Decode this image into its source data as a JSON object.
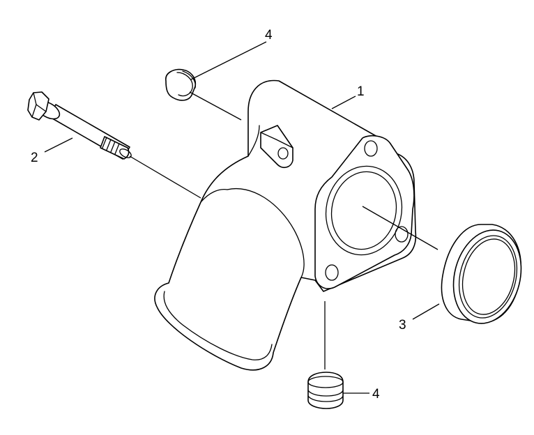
{
  "diagram": {
    "callouts": [
      {
        "id": "housing",
        "label": "1"
      },
      {
        "id": "bolt",
        "label": "2"
      },
      {
        "id": "seal-ring",
        "label": "3"
      },
      {
        "id": "plug-top",
        "label": "4"
      },
      {
        "id": "plug-bottom",
        "label": "4"
      }
    ]
  },
  "colors": {
    "line": "#000000",
    "background": "#ffffff"
  }
}
